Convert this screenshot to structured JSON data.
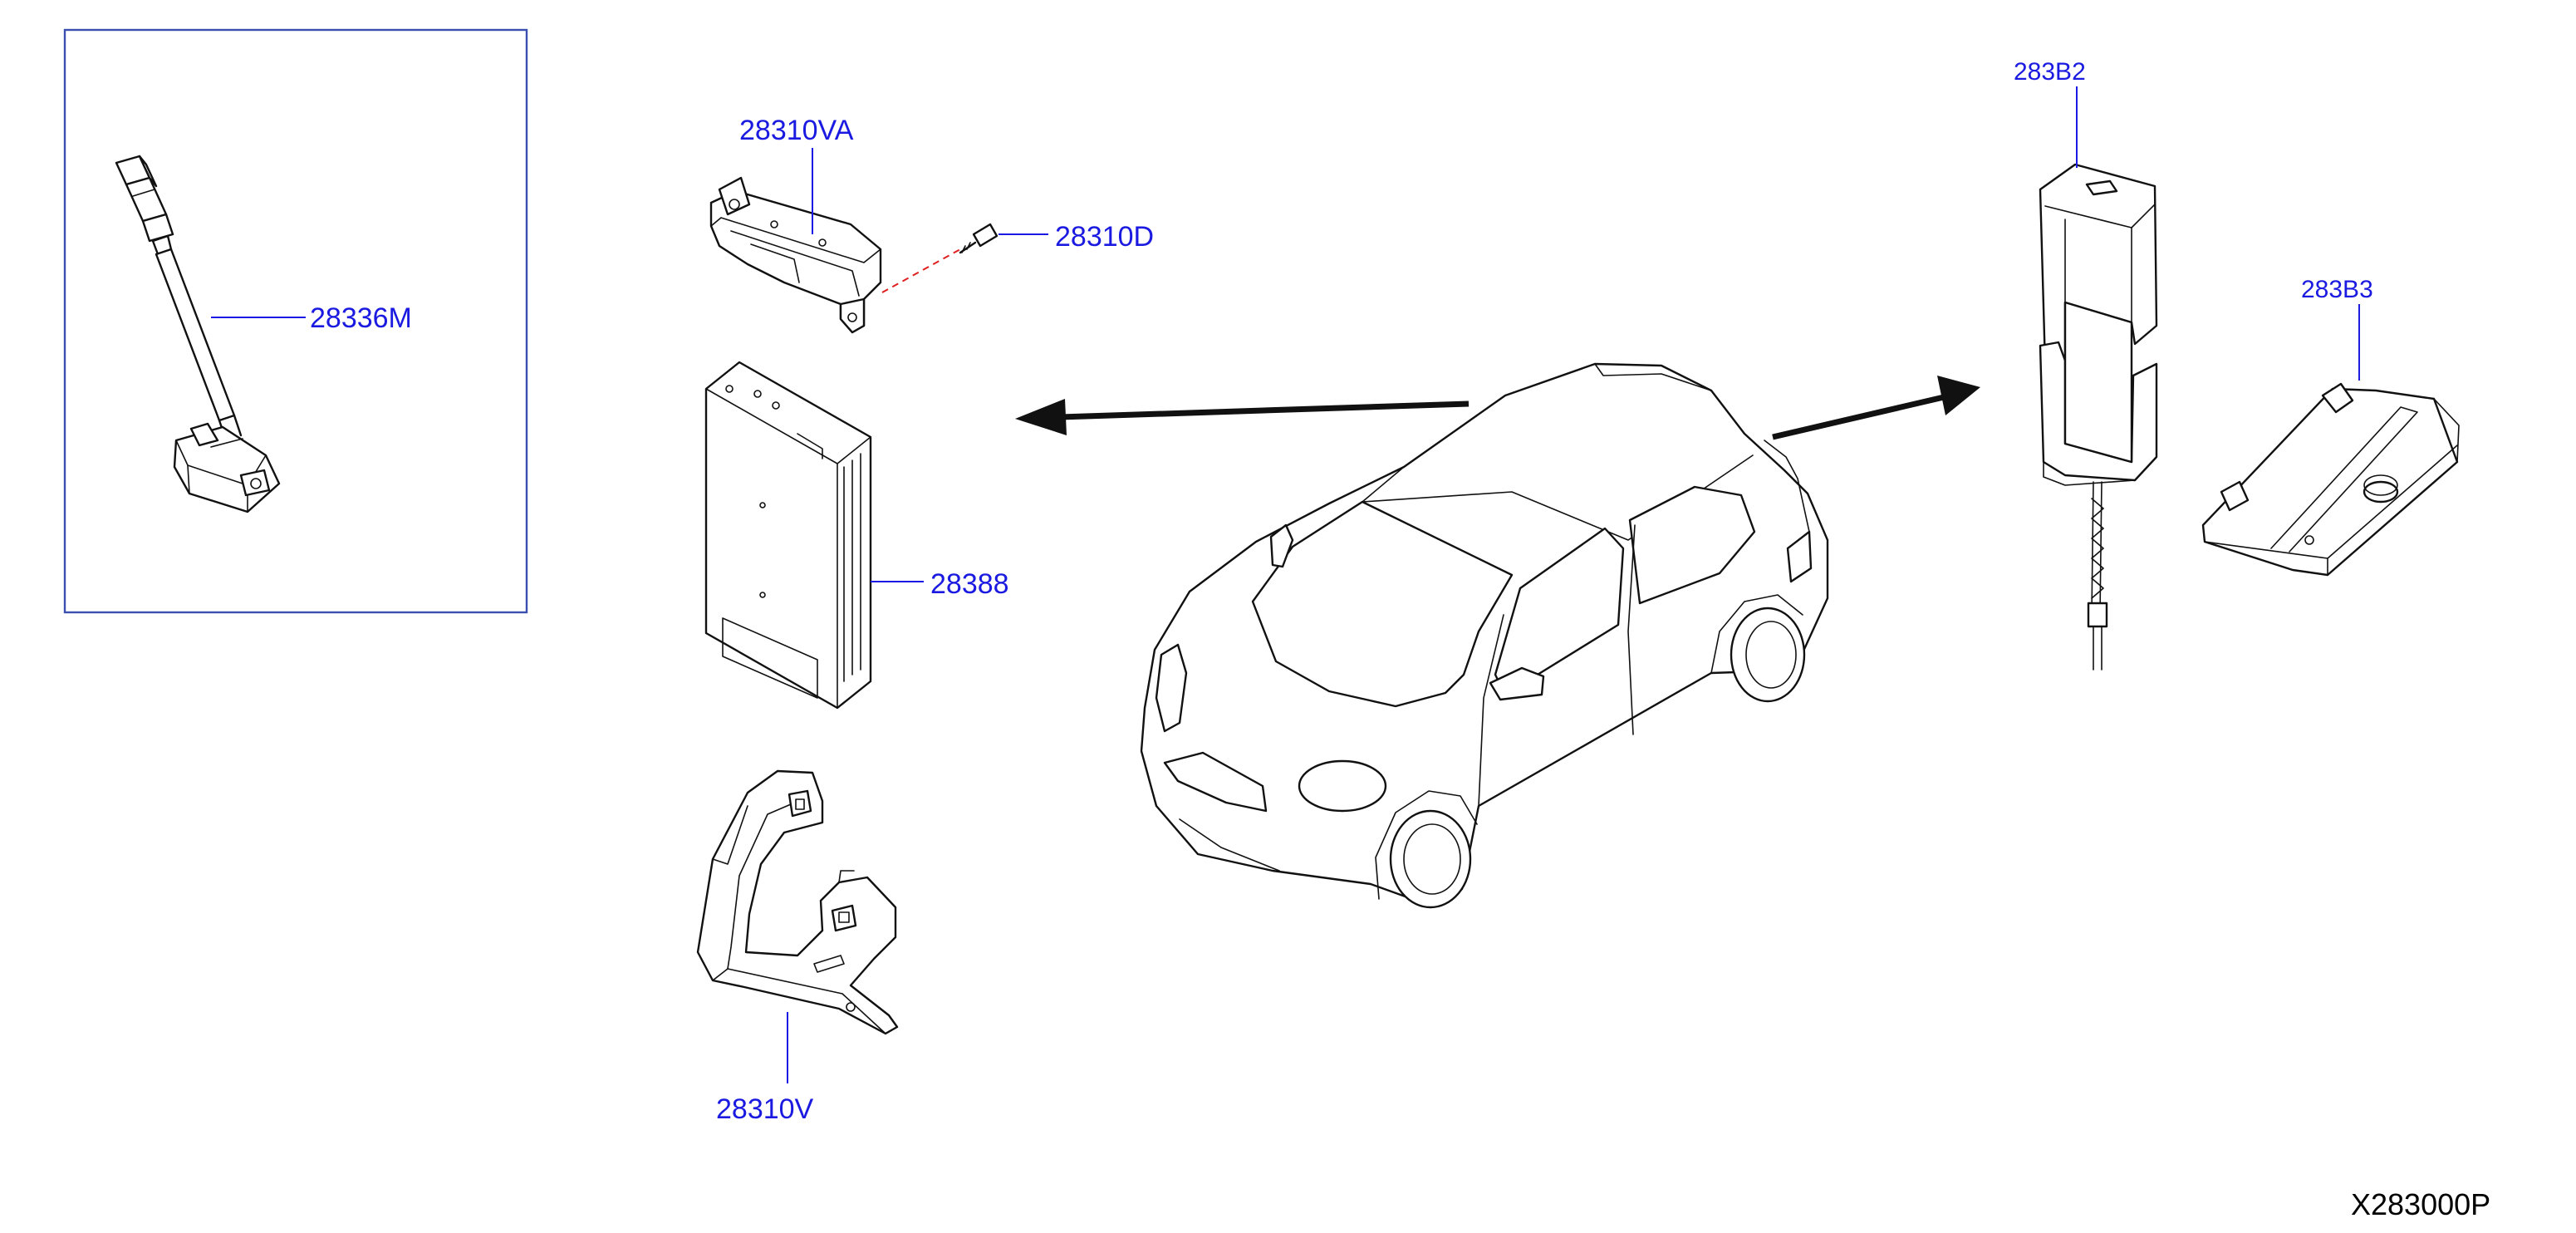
{
  "parts": {
    "antenna_cable": "28336M",
    "bracket_upper": "28310VA",
    "screw": "28310D",
    "control_unit": "28388",
    "bracket_lower": "28310V",
    "antenna_module": "283B2",
    "antenna_bracket": "283B3"
  },
  "diagram_code": "X283000P",
  "colors": {
    "label": "#1a1ae0",
    "box": "#3a4fb0",
    "lines": "#111111",
    "screw_axis": "#e02020"
  }
}
